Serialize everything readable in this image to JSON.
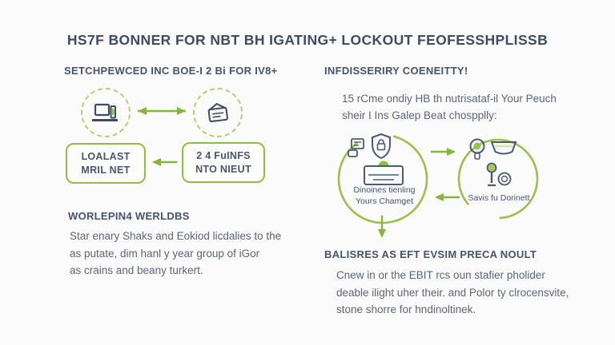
{
  "colors": {
    "background": "#fbfbfb",
    "navy": "#3e4a66",
    "body_text": "#5c6577",
    "accent_green": "#8cbf3f",
    "circle_green": "#9cc04a",
    "dashed_green": "#b9cd72"
  },
  "title": "HS7F BONNER FOR NBT BH IGATING+ LOCKOUT FEOFESSHPLISSB",
  "left": {
    "header": "SETCHPEWCED INC BOE-I 2 Bi FOR IV8+",
    "flow_icons": {
      "node1": "laptop-icon",
      "node2": "envelope-icon",
      "connector": "two-way-arrow"
    },
    "box1": {
      "line1": "LOALAST",
      "line2": "MRIL NET"
    },
    "box2": {
      "line1": "2 4 FuINFS",
      "line2": "NTO NIEUT"
    },
    "subheader": "WORLEPIN4 WERLDBS",
    "paragraph": {
      "line1": "Star enary Shaks and Eokiod licdalies to the",
      "line2": "as putate, dim hanl y year group of iGor",
      "line3": "as crains and beany turkert."
    }
  },
  "right": {
    "header": "INFDISSERIRY COENEITTY!",
    "intro": {
      "line1": "15 rCme ondiy HB th nutrisataf-il Your Peuch",
      "line2": "sheir I Ins Galep Beat chospplly:"
    },
    "cycle": {
      "left_icons": [
        "document-icon",
        "shield-lock-icon",
        "credit-card-icon"
      ],
      "right_icons": [
        "lightbulb-icon",
        "bowl-icon",
        "person-coin-icon"
      ],
      "left_label": {
        "line1": "Dinoines tienling",
        "line2": "Yours Chamget"
      },
      "right_label": "Savis fu Dorinett"
    },
    "subheader": "BALISRES AS EFT EVSIM PRECA NOULT",
    "paragraph": {
      "line1": "Cnew in or the EBIT rcs oun stafier pholider",
      "line2": "deable ilight uher their. and Polor ty clrocensvite,",
      "line3": "stone shorre for hndinoltinek."
    }
  }
}
